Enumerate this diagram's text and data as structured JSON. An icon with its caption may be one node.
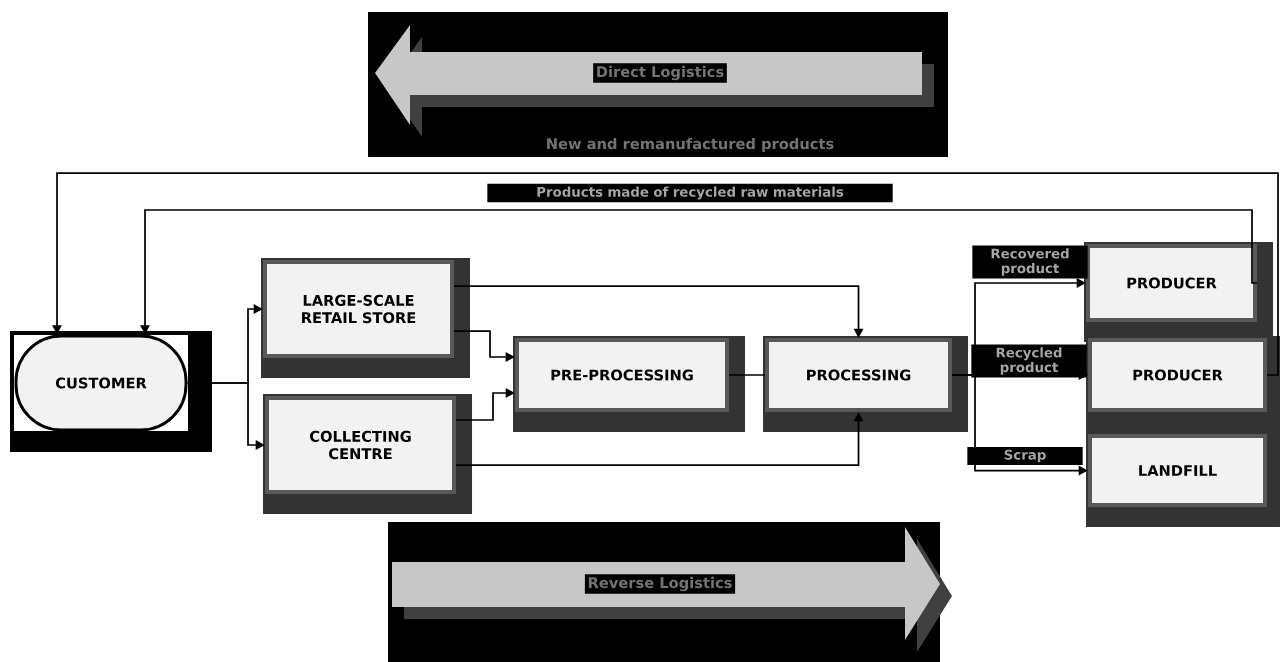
{
  "diagram": {
    "nodes": [
      {
        "text": [
          "CUSTOMER"
        ]
      },
      {
        "text": [
          "LARGE-SCALE RETAIL STORE"
        ]
      },
      {
        "text": [
          "COLLECTING CENTRE"
        ]
      },
      {
        "text": [
          "PRE-PROCESSING"
        ]
      },
      {
        "text": [
          "PROCESSING"
        ]
      },
      {
        "text": [
          "PRODUCER"
        ]
      },
      {
        "text": [
          "PRODUCER"
        ]
      },
      {
        "text": [
          "LANDFILL"
        ]
      },
      {
        "text": [
          "Direct Logistics"
        ]
      },
      {
        "text": [
          "Reverse Logistics"
        ]
      }
    ],
    "edges": [
      {
        "from": 0,
        "to": 1,
        "arrow": "to"
      },
      {
        "from": 0,
        "to": 2,
        "arrow": "to"
      },
      {
        "from": 1,
        "to": 3,
        "arrow": "to"
      },
      {
        "from": 2,
        "to": 3,
        "arrow": "to"
      },
      {
        "from": 1,
        "to": 4,
        "arrow": "to"
      },
      {
        "from": 2,
        "to": 4,
        "arrow": "to"
      },
      {
        "from": 3,
        "to": 4,
        "arrow": "none"
      },
      {
        "from": 4,
        "to": 5,
        "arrow": "to",
        "label": "Recovered product"
      },
      {
        "from": 4,
        "to": 6,
        "arrow": "to",
        "label": "Recycled product"
      },
      {
        "from": 4,
        "to": 7,
        "arrow": "to",
        "label": "Scrap"
      },
      {
        "from": 5,
        "to": 0,
        "arrow": "to",
        "label": "Products made of recycled raw materials"
      },
      {
        "from": 6,
        "to": 0,
        "arrow": "to"
      }
    ],
    "labels": [
      "New and remanufactured products"
    ]
  }
}
